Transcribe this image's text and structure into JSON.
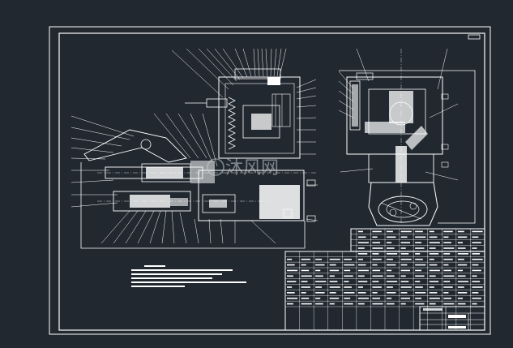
{
  "drawing": {
    "sheet_code": "",
    "watermark": "沐风网",
    "colors": {
      "background": "#212830",
      "linework": "#ffffff",
      "section_fill": "#ffffff",
      "watermark": "#c8d0d8"
    },
    "views": [
      "main-section-view",
      "side-section-view"
    ],
    "parts_list_rows": 14,
    "parts_list_columns": 14
  }
}
